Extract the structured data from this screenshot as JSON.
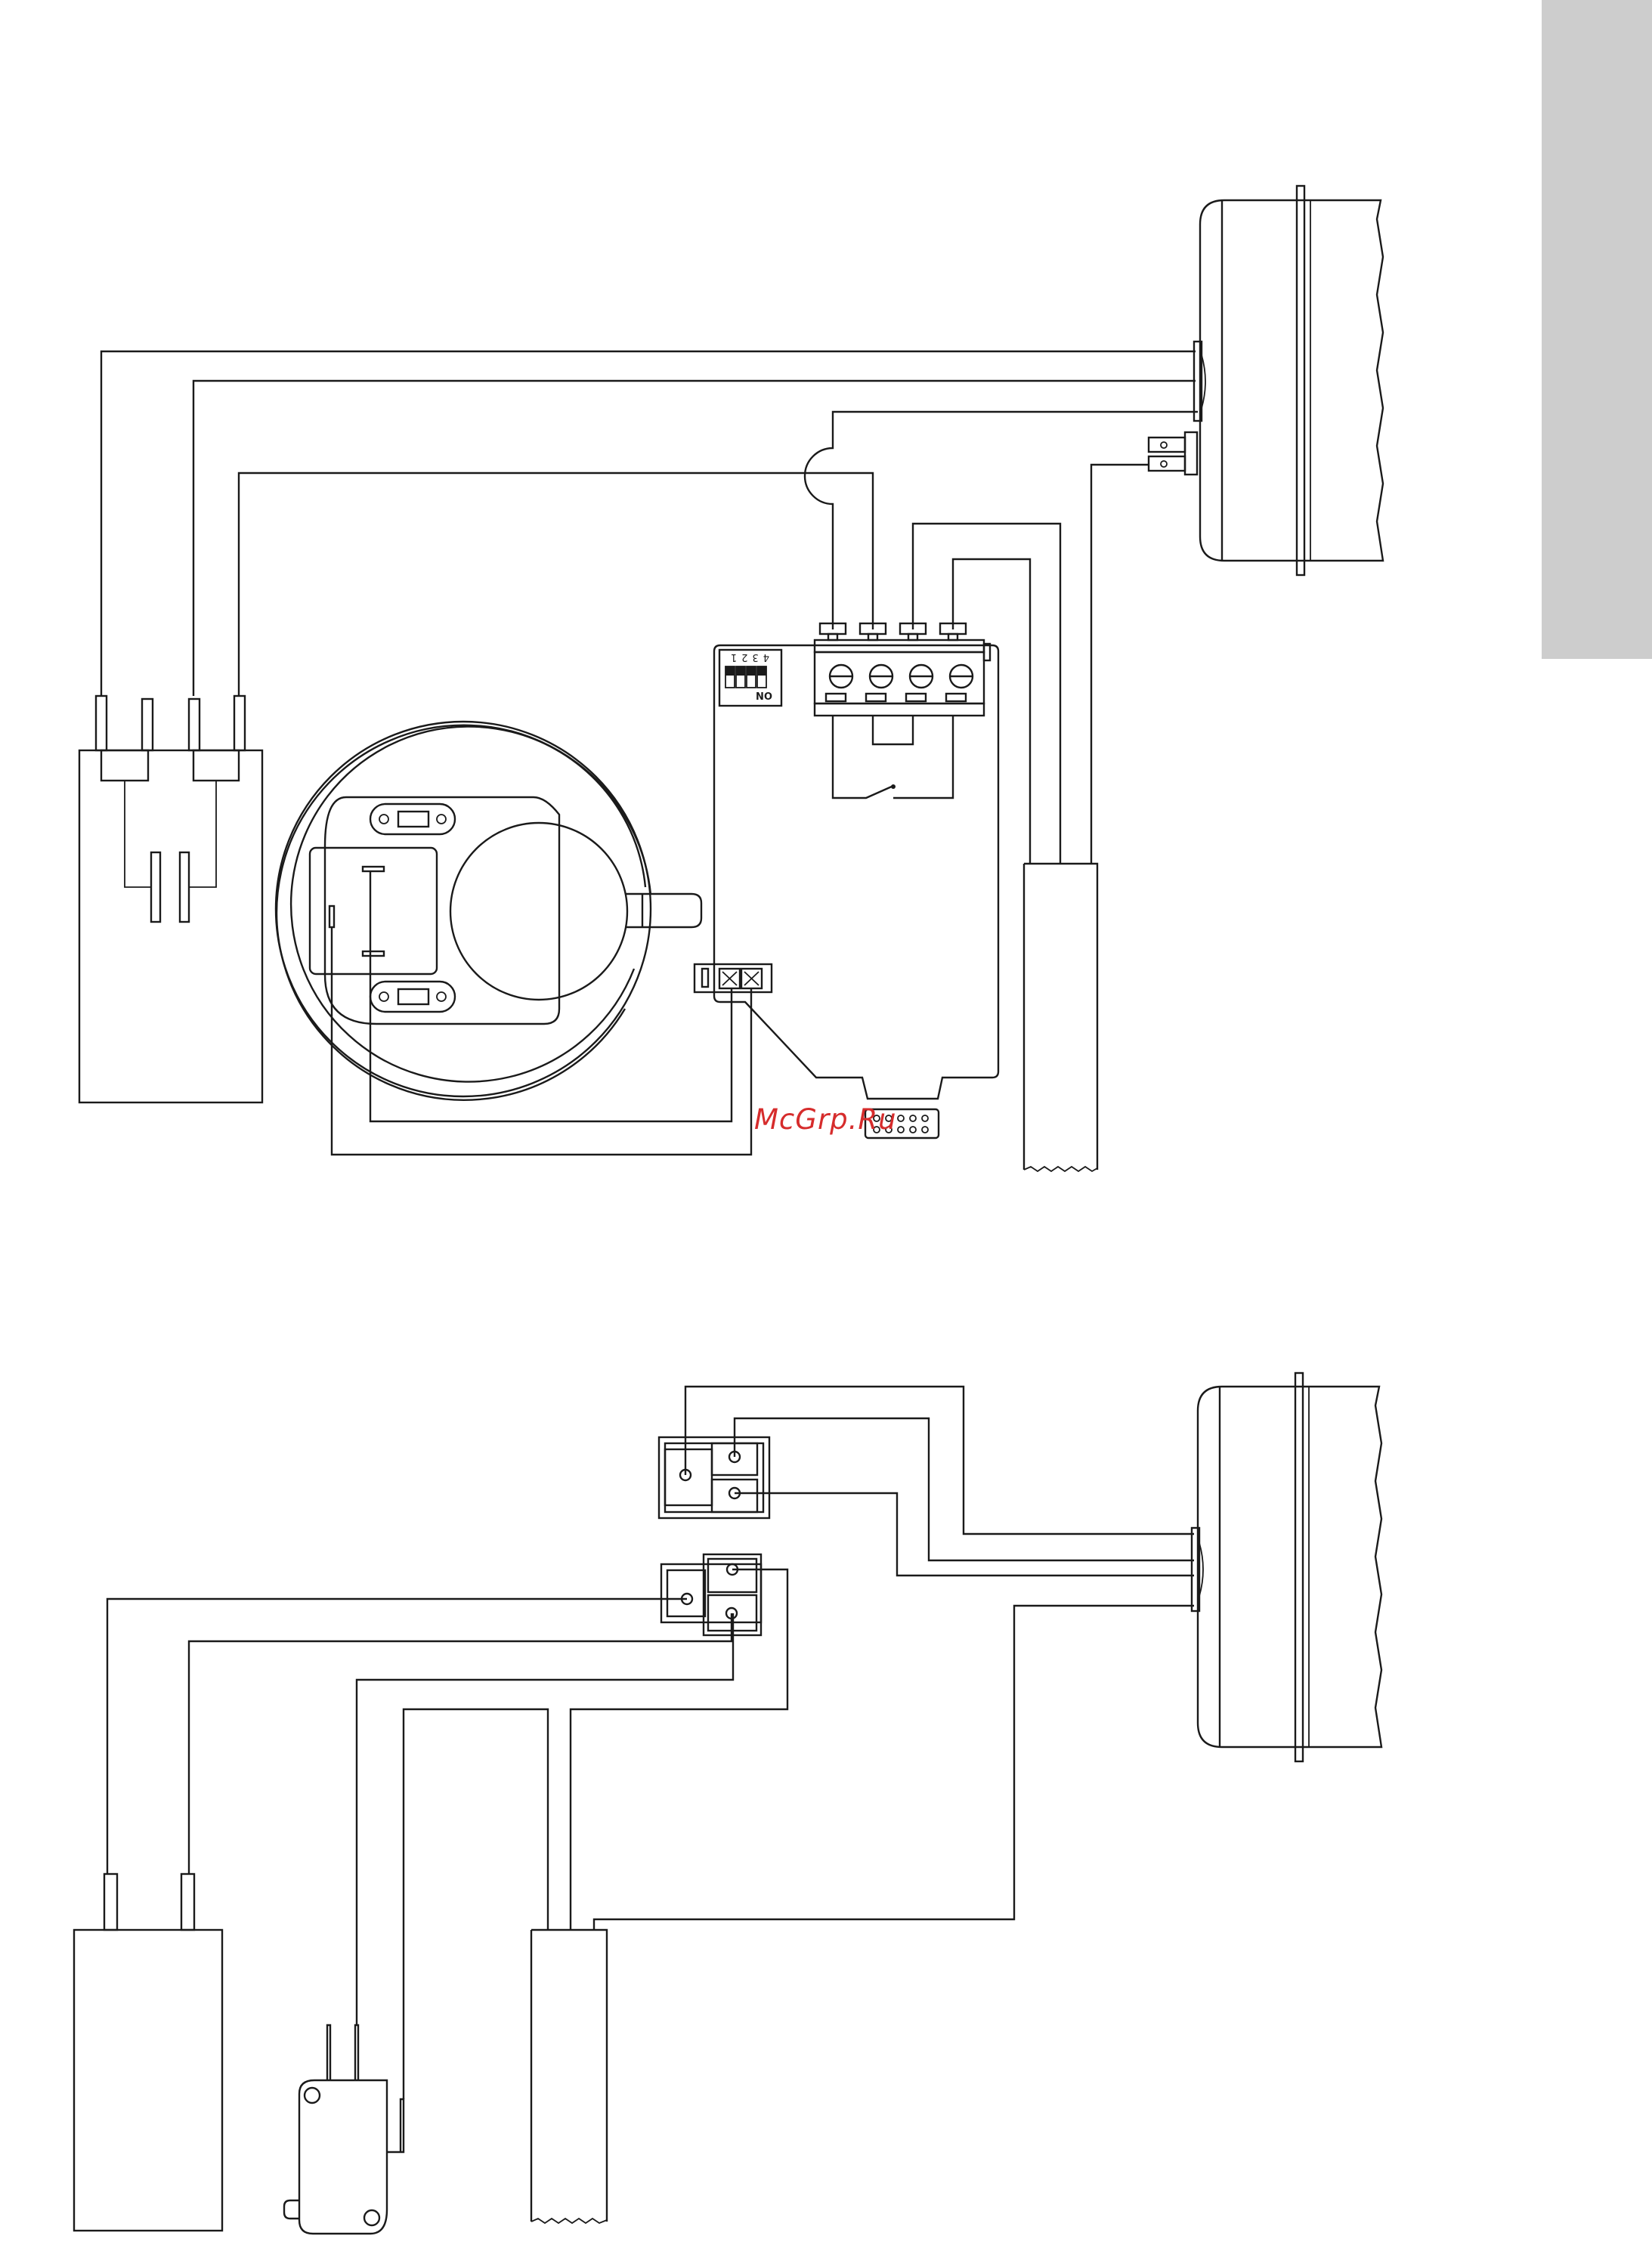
{
  "watermark": {
    "text": "McGrp.Ru",
    "color": "#d62c2c"
  },
  "side_tab": {
    "color": "#cdcdcd"
  },
  "pcb_dip_switch": {
    "numbers": [
      "4",
      "3",
      "2",
      "1"
    ],
    "label": "ON"
  },
  "icons": {
    "motor_top": "gas-valve-motor-icon",
    "motor_bottom": "gas-valve-motor-icon",
    "capacitor": "capacitor-icon",
    "pressure_switch": "pressure-switch-icon",
    "terminal_block": "terminal-block-icon",
    "microswitch": "microswitch-icon",
    "connector": "spade-connector-icon"
  }
}
